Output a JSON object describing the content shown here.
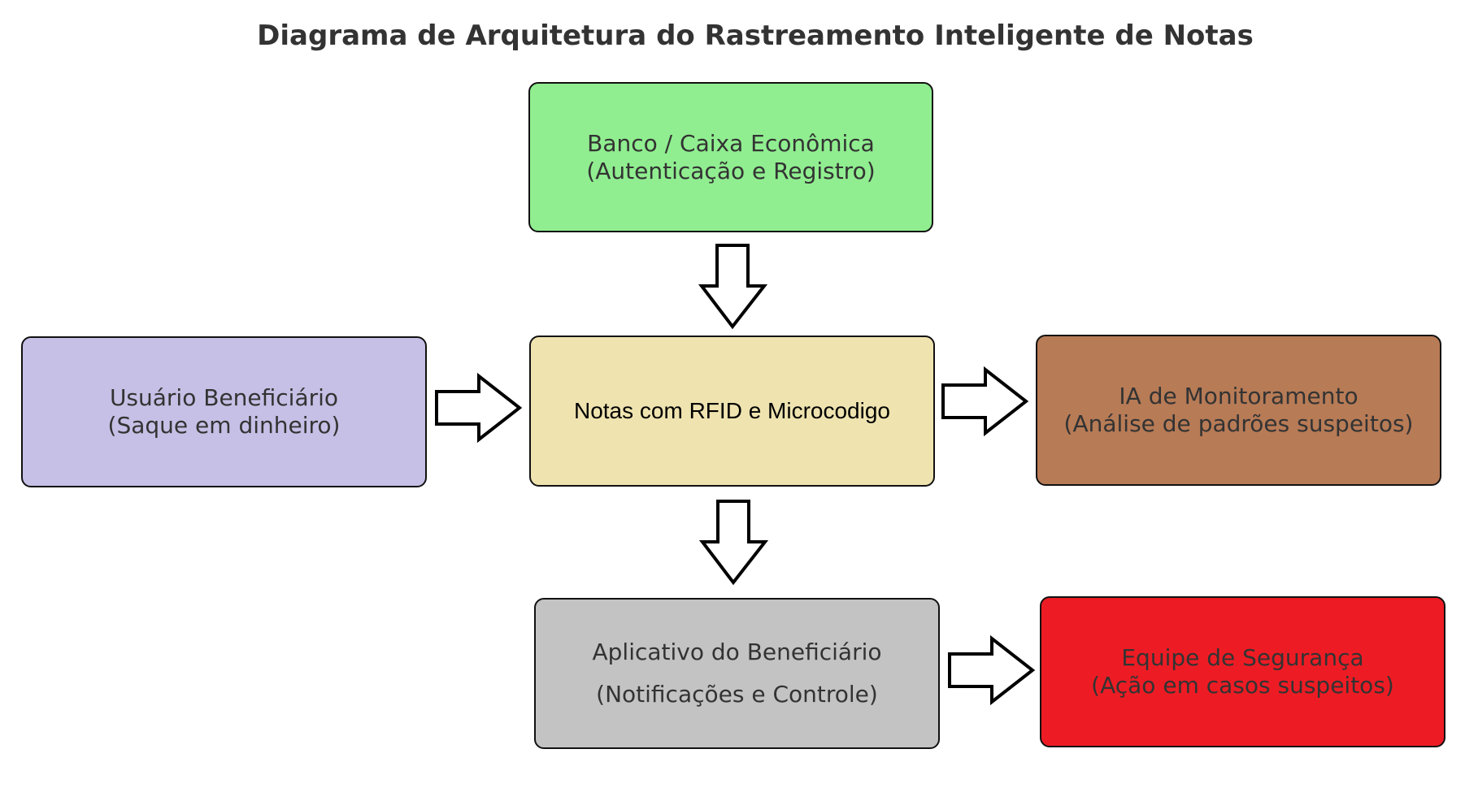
{
  "title": "Diagrama de Arquitetura do Rastreamento Inteligente de Notas",
  "nodes": {
    "bank": {
      "line1": "Banco / Caixa Econômica",
      "line2": "(Autenticação e Registro)",
      "color": "#90ee90"
    },
    "user": {
      "line1": "Usuário Beneficiário",
      "line2": "(Saque em dinheiro)",
      "color": "#c6c0e6"
    },
    "notes": {
      "line1": "Notas com RFID e Microcodigo",
      "color": "#efe4b0"
    },
    "ai": {
      "line1": "IA de Monitoramento",
      "line2": "(Análise de padrões suspeitos)",
      "color": "#b77b56"
    },
    "app": {
      "line1": "Aplicativo do Beneficiário",
      "line2": "(Notificações e Controle)",
      "color": "#c3c3c3"
    },
    "security": {
      "line1": "Equipe de Segurança",
      "line2": "(Ação em casos suspeitos)",
      "color": "#ed1c24"
    }
  },
  "edges": [
    {
      "from": "bank",
      "to": "notes"
    },
    {
      "from": "user",
      "to": "notes"
    },
    {
      "from": "notes",
      "to": "ai"
    },
    {
      "from": "notes",
      "to": "app"
    },
    {
      "from": "app",
      "to": "security"
    }
  ]
}
